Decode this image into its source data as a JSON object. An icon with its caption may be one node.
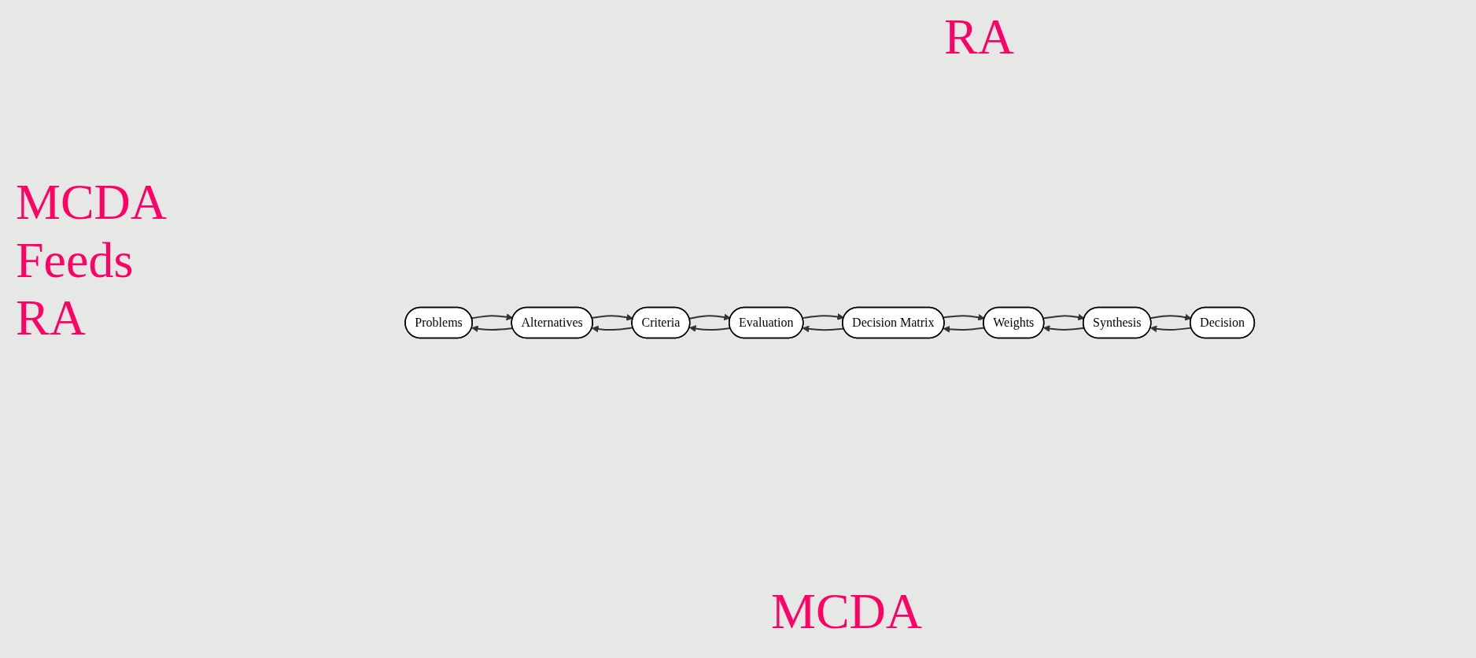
{
  "diagram": {
    "nodes": [
      {
        "text": [
          "Problems"
        ]
      },
      {
        "text": [
          "Alternatives"
        ]
      },
      {
        "text": [
          "Criteria"
        ]
      },
      {
        "text": [
          "Evaluation"
        ]
      },
      {
        "text": [
          "Decision Matrix"
        ]
      },
      {
        "text": [
          "Weights"
        ]
      },
      {
        "text": [
          "Synthesis"
        ]
      },
      {
        "text": [
          "Decision"
        ]
      }
    ],
    "edges": [
      {
        "from": 0,
        "to": 1,
        "arrow": "to"
      },
      {
        "from": 1,
        "to": 0,
        "arrow": "to"
      },
      {
        "from": 1,
        "to": 2,
        "arrow": "to"
      },
      {
        "from": 2,
        "to": 1,
        "arrow": "to"
      },
      {
        "from": 2,
        "to": 3,
        "arrow": "to"
      },
      {
        "from": 3,
        "to": 2,
        "arrow": "to"
      },
      {
        "from": 3,
        "to": 4,
        "arrow": "to"
      },
      {
        "from": 4,
        "to": 3,
        "arrow": "to"
      },
      {
        "from": 4,
        "to": 5,
        "arrow": "to"
      },
      {
        "from": 5,
        "to": 4,
        "arrow": "to"
      },
      {
        "from": 5,
        "to": 6,
        "arrow": "to"
      },
      {
        "from": 6,
        "to": 5,
        "arrow": "to"
      },
      {
        "from": 6,
        "to": 7,
        "arrow": "to"
      },
      {
        "from": 7,
        "to": 6,
        "arrow": "to"
      }
    ],
    "labels": [
      "RA",
      "MCDA Feeds RA",
      "MCDA"
    ]
  }
}
